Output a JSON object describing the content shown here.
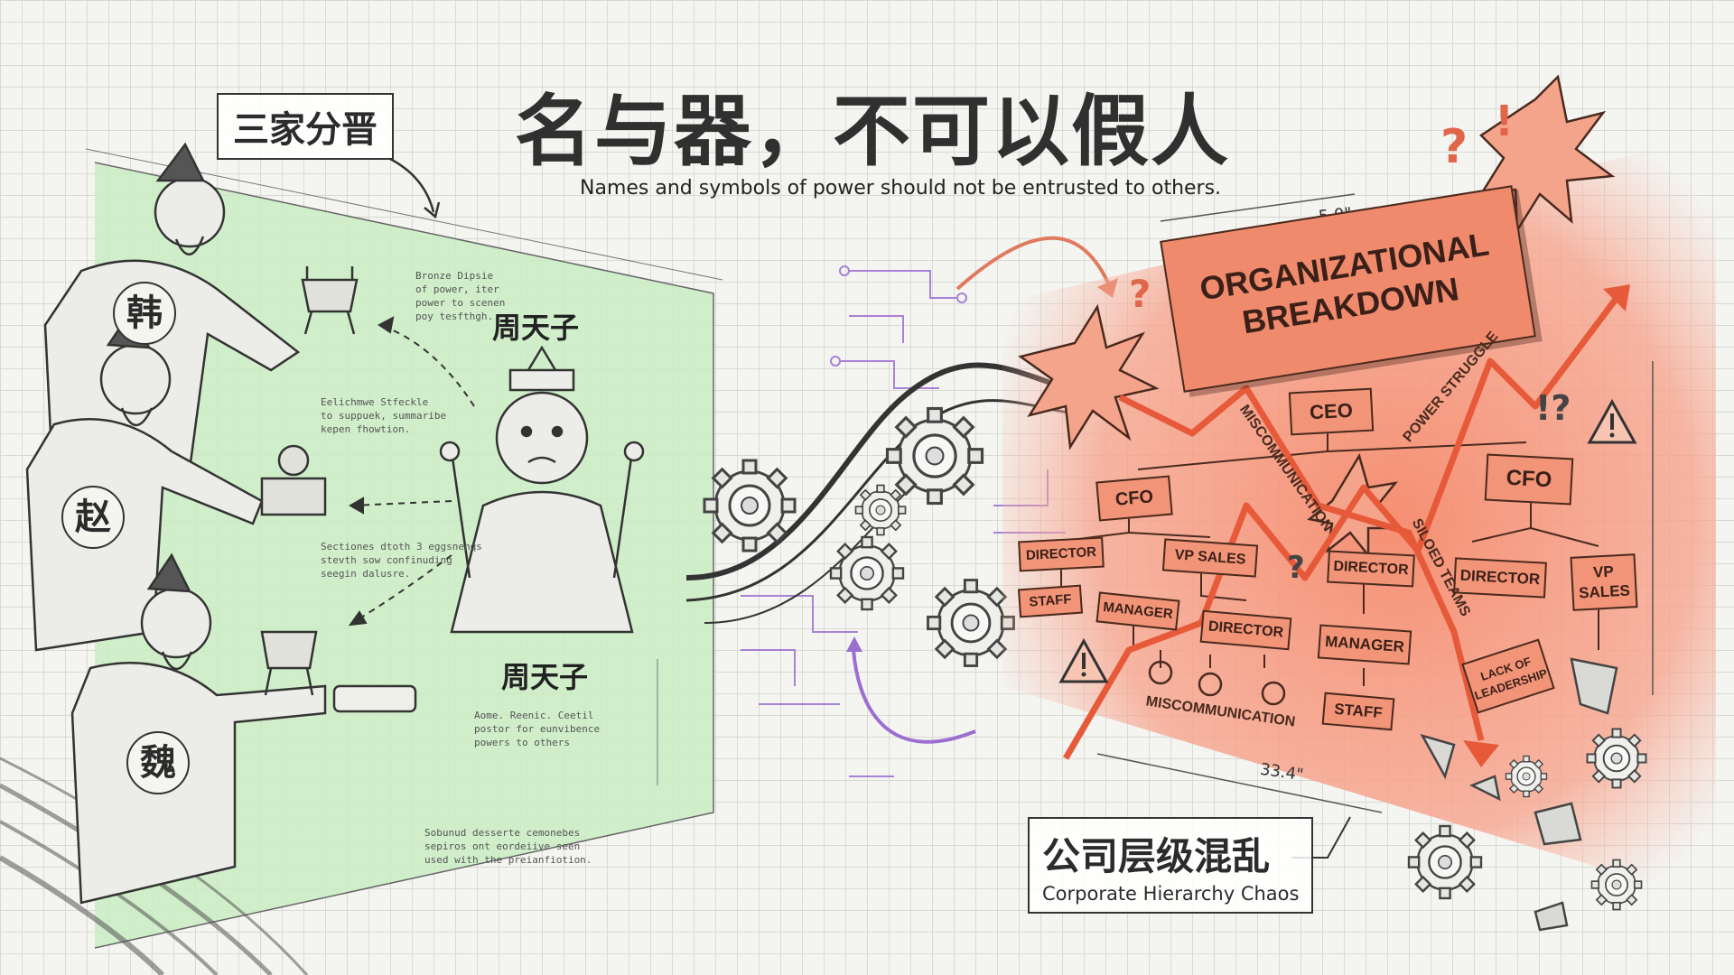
{
  "title": "名与器，不可以假人",
  "subtitle": "Names and symbols of power should not be entrusted to others.",
  "left_panel": {
    "label": "三家分晋",
    "states": [
      "韩",
      "赵",
      "魏"
    ],
    "emperor_labels": [
      "周天子",
      "周天子"
    ],
    "notes": [
      "Bronze Dipsie\nof power, iter\npower to scenen\npoy tesfthgh.",
      "Eelichmwe Stfeckle\nto suppuek, summaribe\nkepen fhowtion.",
      "Sectiones dtoth 3 eggsnenqs\nstevth sow confinuding\nseegin dalusre.",
      "Aome. Reenic. Ceetil\npostor for eunvibence\npowers to others",
      "Sobunud desserte cemonebes\nsepiros ont eordeiive seen\nused with the preianfiotion."
    ]
  },
  "right_panel": {
    "banner": "ORGANIZATIONAL BREAKDOWN",
    "dimension_top": "5.0\"",
    "dimension_bottom": "33.4\"",
    "nodes": {
      "ceo": "CEO",
      "cfo_left": "CFO",
      "cfo_right": "CFO",
      "director_1": "DIRECTOR",
      "vp_sales_1": "VP SALES",
      "staff_1": "STAFF",
      "manager_1": "MANAGER",
      "director_2": "DIRECTOR",
      "director_3": "DIRECTOR",
      "manager_2": "MANAGER",
      "staff_2": "STAFF",
      "director_4": "DIRECTOR",
      "vp_sales_2": "VP SALES",
      "lack_leadership": "LACK OF LEADERSHIP"
    },
    "labels": {
      "miscommunication_diag": "MISCOMMUNICATION",
      "power_struggle": "POWER STRUGGLE",
      "siloed_teams": "SILOED TEAMS",
      "miscommunication_bottom": "MISCOMMUNICATION"
    },
    "chaos_zh": "公司层级混乱",
    "chaos_en": "Corporate Hierarchy Chaos"
  },
  "colors": {
    "left_panel": "#c9ecc3",
    "right_panel": "#f6a088",
    "accent_purple": "#9b6fd0",
    "ink": "#333333"
  }
}
